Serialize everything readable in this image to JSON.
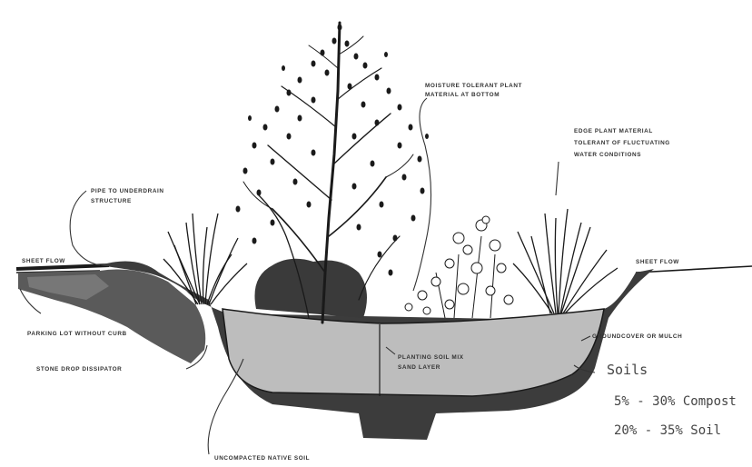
{
  "labels": {
    "moisture_tolerant_1": "MOISTURE TOLERANT PLANT",
    "moisture_tolerant_2": "MATERIAL AT BOTTOM",
    "edge_plant_1": "EDGE PLANT MATERIAL",
    "edge_plant_2": "TOLERANT OF FLUCTUATING",
    "edge_plant_3": "WATER CONDITIONS",
    "left_top_1": "PIPE TO UNDERDRAIN",
    "left_top_2": "STRUCTURE",
    "sheet_flow": "SHEET FLOW",
    "left_low": "PARKING LOT WITHOUT CURB",
    "stone_drop": "STONE DROP DISSIPATOR",
    "right_edge": "SHEET FLOW",
    "right_mid": "GROUNDCOVER OR MULCH",
    "center_1": "PLANTING SOIL MIX",
    "center_2": "SAND LAYER",
    "bottom": "UNCOMPACTED NATIVE SOIL"
  },
  "handwritten": {
    "line1": "Soils",
    "line2": "5% - 30% Compost",
    "line3": "20% - 35% Soil"
  },
  "colors": {
    "ink": "#1a1a1a",
    "basin_fill": "#bdbdbd",
    "soil_dark": "#3c3c3c",
    "soil_mid": "#5a5a5a"
  }
}
